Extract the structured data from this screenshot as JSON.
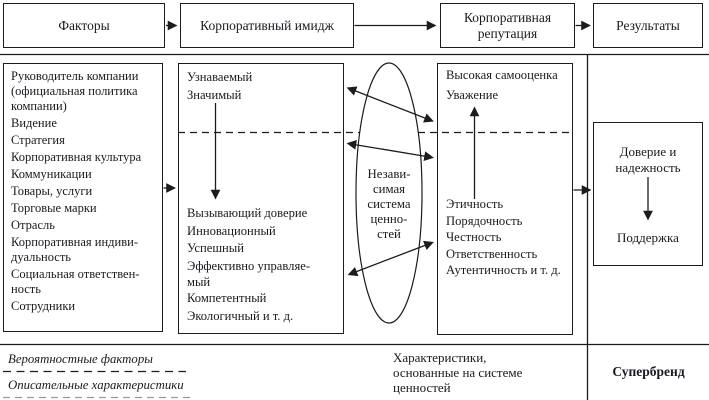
{
  "flow": {
    "factors": "Факторы",
    "corporate_image": "Корпоративный имидж",
    "corporate_reputation": "Корпоративная репутация",
    "results": "Результаты"
  },
  "factors_box": {
    "lines": [
      "Руководитель компании",
      "(официальная политика",
      "компании)",
      "Видение",
      "Стратегия",
      "Корпоративная культура",
      "Коммуникации",
      "Товары, услуги",
      "Торговые марки",
      "Отрасль",
      "Корпоративная индиви-",
      "дуальность",
      "Социальная ответствен-",
      "ность",
      "Сотрудники"
    ]
  },
  "image_box": {
    "top_lines": [
      "Узнаваемый",
      "Значимый"
    ],
    "bottom_lines": [
      "Вызывающий доверие",
      "Инновационный",
      "Успешный",
      "Эффективно управляе-",
      "мый",
      "Компетентный",
      "Экологичный и т. д."
    ]
  },
  "values_ellipse": {
    "lines": [
      "Незави-",
      "симая",
      "система",
      "ценно-",
      "стей"
    ]
  },
  "reputation_box": {
    "top_lines": [
      "Высокая самооценка",
      "Уважение"
    ],
    "bottom_lines": [
      "Этичность",
      "Порядочность",
      "Честность",
      "Ответственность",
      "Аутентичность и т. д."
    ]
  },
  "outcome_box": {
    "trust_line1": "Доверие и",
    "trust_line2": "надежность",
    "support": "Поддержка"
  },
  "legend": {
    "solid_label": "Вероятностные факторы",
    "dashed_label": "Описательные характеристики",
    "values_note_lines": [
      "Характеристики,",
      "основанные на системе",
      "ценностей"
    ],
    "superbrand": "Супербренд"
  },
  "colors": {
    "ink": "#1a1a22",
    "line": "#1c1c1c"
  }
}
